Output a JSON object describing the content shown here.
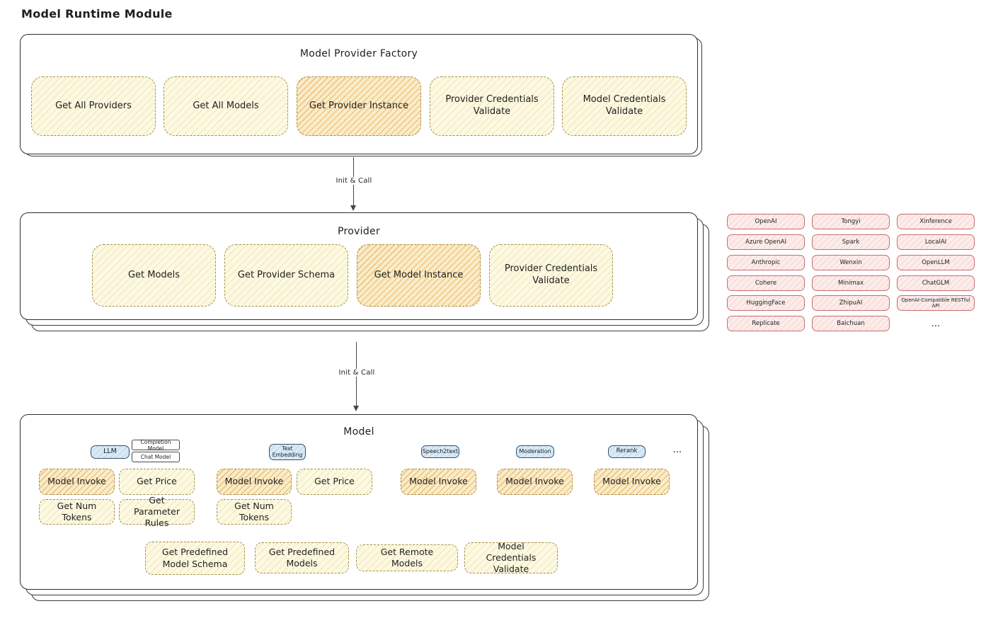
{
  "page": {
    "title": "Model Runtime Module"
  },
  "factory": {
    "title": "Model Provider Factory",
    "items": [
      {
        "label": "Get All Providers"
      },
      {
        "label": "Get All Models"
      },
      {
        "label": "Get Provider Instance"
      },
      {
        "label": "Provider Credentials Validate"
      },
      {
        "label": "Model Credentials Validate"
      }
    ]
  },
  "arrows": {
    "init_call_1": "Init & Call",
    "init_call_2": "Init & Call"
  },
  "provider": {
    "title": "Provider",
    "items": [
      {
        "label": "Get Models"
      },
      {
        "label": "Get Provider Schema"
      },
      {
        "label": "Get Model Instance"
      },
      {
        "label": "Provider Credentials Validate"
      }
    ]
  },
  "vendors": {
    "col1": [
      "OpenAI",
      "Azure OpenAI",
      "Anthropic",
      "Cohere",
      "HuggingFace",
      "Replicate"
    ],
    "col2": [
      "Tongyi",
      "Spark",
      "Wenxin",
      "Minimax",
      "ZhipuAI",
      "Baichuan"
    ],
    "col3": [
      "Xinference",
      "LocalAI",
      "OpenLLM",
      "ChatGLM",
      "OpenAI-Compatible RESTful API"
    ],
    "more": "..."
  },
  "model": {
    "title": "Model",
    "badges": {
      "llm": "LLM",
      "completion": "Completion Model",
      "chat": "Chat Model",
      "embedding": "Text Embedding",
      "speech2text": "Speech2text",
      "moderation": "Moderation",
      "rerank": "Rerank",
      "more": "..."
    },
    "ops": {
      "model_invoke": "Model Invoke",
      "get_price": "Get Price",
      "get_num_tokens": "Get Num Tokens",
      "get_parameter_rules": "Get Parameter Rules"
    },
    "footer": [
      "Get Predefined Model Schema",
      "Get Predefined Models",
      "Get Remote Models",
      "Model Credentials Validate"
    ]
  },
  "colors": {
    "node_yellow": "#fdf9e1",
    "node_orange": "#faecc8",
    "vendor_pink": "#fcecea",
    "badge_blue": "#d9eaf7",
    "outline": "#2e2e2e"
  }
}
